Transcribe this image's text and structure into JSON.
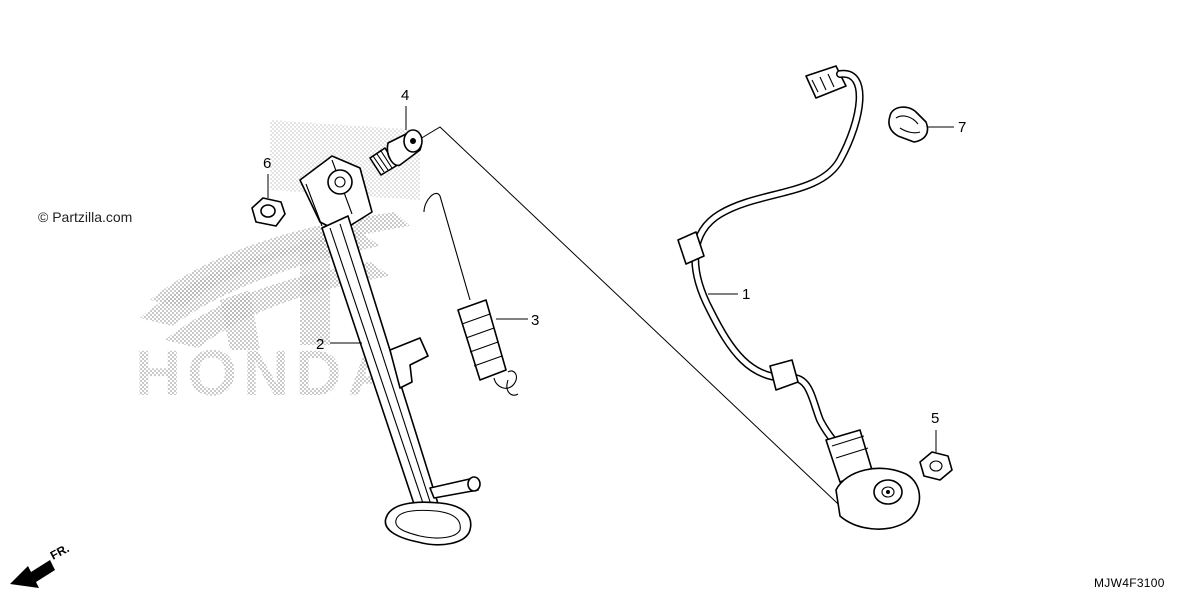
{
  "watermark": "© Partzilla.com",
  "diagram_code": "MJW4F3100",
  "direction_label": "FR.",
  "brand_mark": "HONDA",
  "callouts": {
    "harness": "1",
    "side_stand": "2",
    "spring": "3",
    "pivot_bolt": "4",
    "switch_bolt": "5",
    "nut": "6",
    "clip": "7"
  }
}
